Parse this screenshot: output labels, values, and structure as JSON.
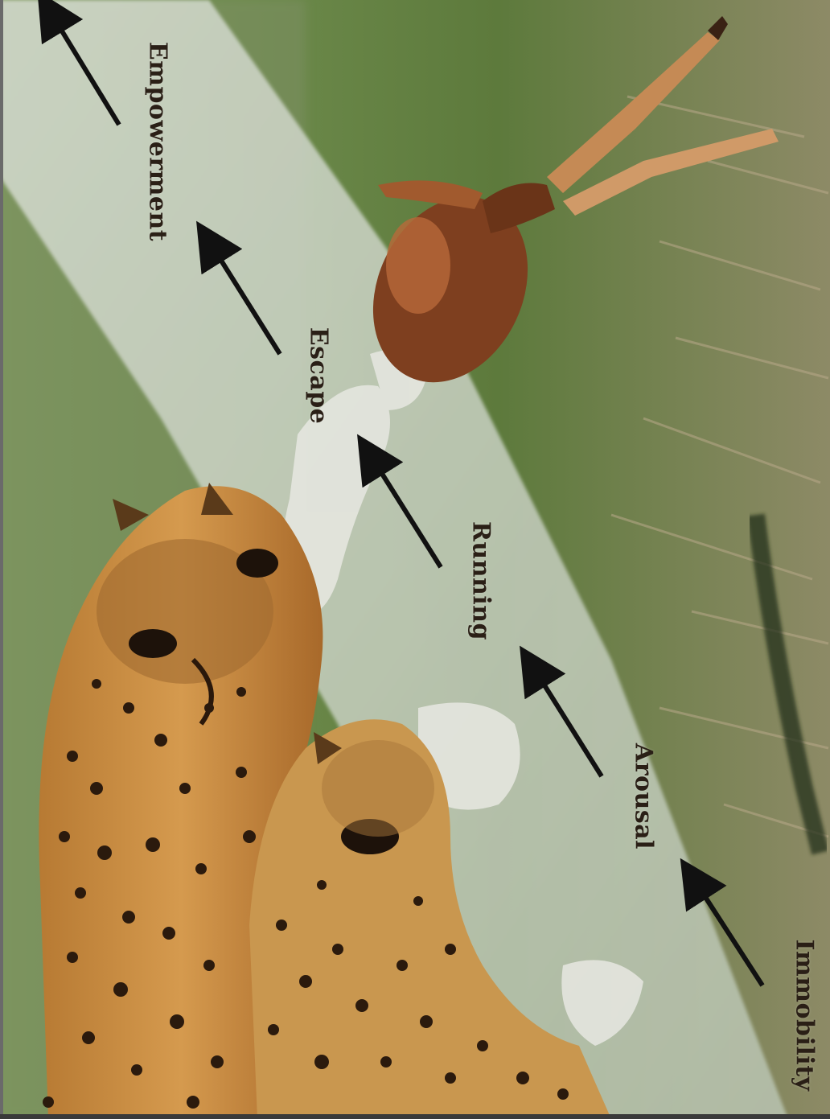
{
  "image": {
    "description_icon": "cheetah-chase-photo",
    "labels": {
      "empowerment": "Empowerment",
      "escape": "Escape",
      "running": "Running",
      "arousal": "Arousal",
      "immobility": "Immobility"
    },
    "colors": {
      "grass": "#6f8a4a",
      "sky_band": "#c9d3c2",
      "cheetah": "#c58a3a",
      "gazelle": "#8a4a24",
      "text": "#2a1f16",
      "arrow": "#111111"
    }
  }
}
